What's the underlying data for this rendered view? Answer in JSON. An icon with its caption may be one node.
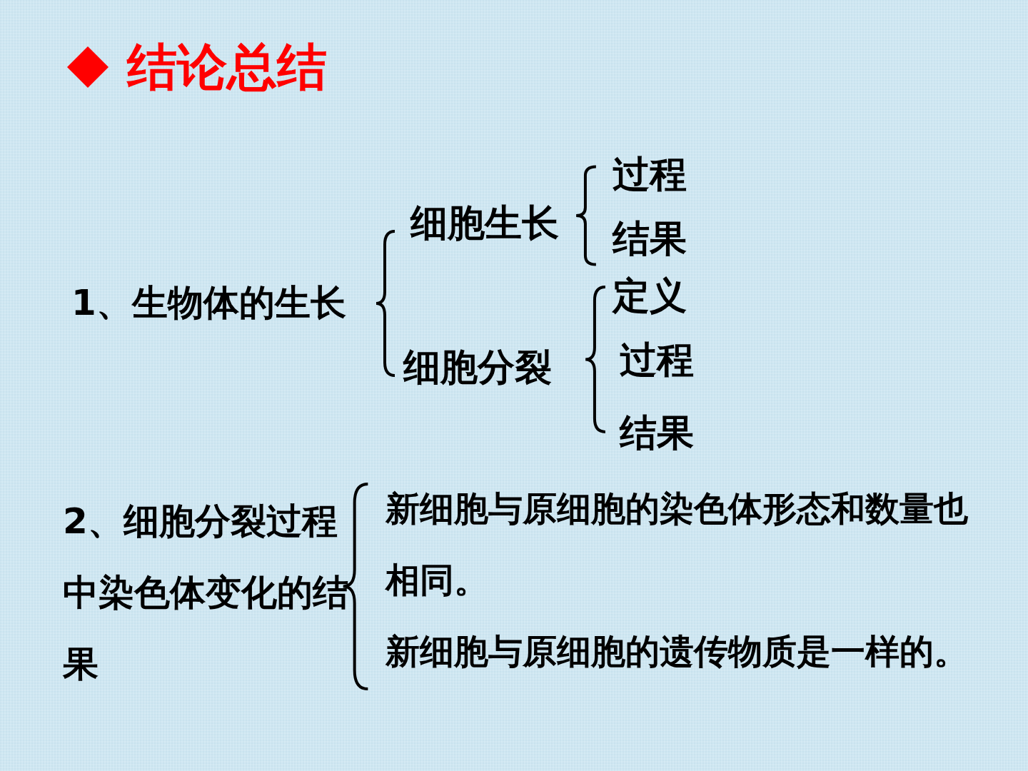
{
  "diagram": {
    "title": "结论总结",
    "labels": [
      "1、生物体的生长",
      "细胞生长",
      "过程",
      "结果",
      "细胞分裂",
      "定义",
      "过程",
      "结果",
      "2、细胞分裂过程中染色体变化的结果",
      "新细胞与原细胞的染色体形态和数量也相同。",
      "新细胞与原细胞的遗传物质是一样的。"
    ]
  }
}
